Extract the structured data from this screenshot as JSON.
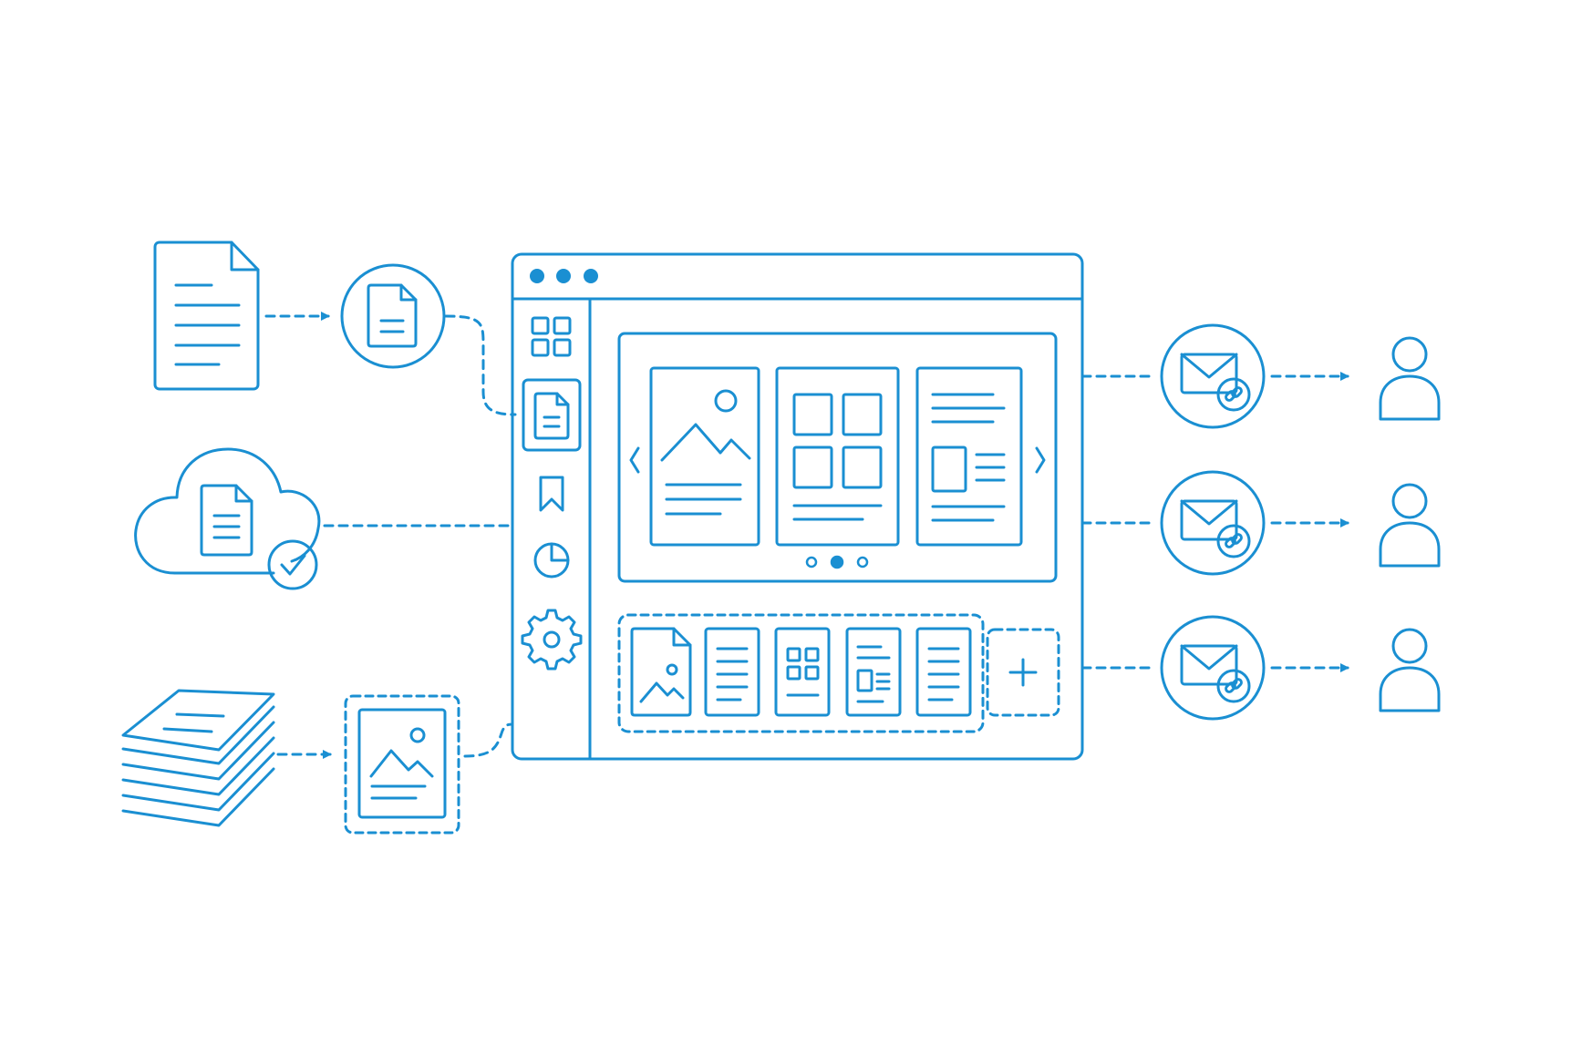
{
  "colors": {
    "line": "#1a8fd2",
    "fill_white": "#ffffff",
    "background": "#ffffff"
  },
  "icons": {
    "sources": [
      "document-icon",
      "cloud-document-checked-icon",
      "paper-stack-icon"
    ],
    "intermediates": [
      "circle-document-icon",
      "image-page-icon"
    ],
    "sidebar": [
      "grid-icon",
      "document-icon",
      "bookmark-icon",
      "pie-chart-icon",
      "gear-icon"
    ],
    "outputs": [
      "email-link-icon",
      "user-icon"
    ]
  },
  "carousel": {
    "page_count": 3,
    "active_page": 2
  },
  "thumbnails": [
    "image-thumbnail",
    "text-thumbnail",
    "grid-thumbnail",
    "layout-thumbnail",
    "text-thumbnail",
    "add-thumbnail"
  ],
  "recipients": 3
}
